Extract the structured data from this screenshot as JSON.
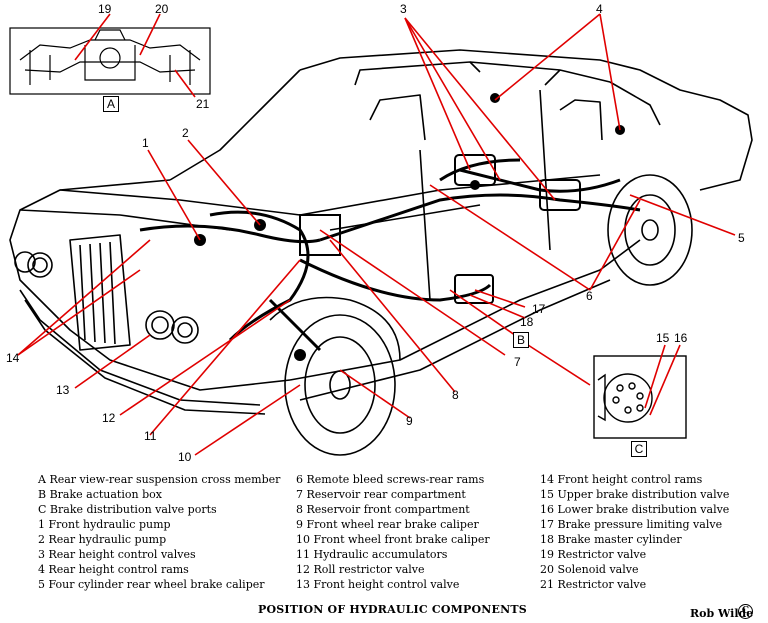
{
  "callouts": [
    "1",
    "2",
    "3",
    "4",
    "5",
    "6",
    "7",
    "8",
    "9",
    "10",
    "11",
    "12",
    "13",
    "14",
    "15",
    "16",
    "17",
    "18",
    "19",
    "20",
    "21"
  ],
  "inset_labels": {
    "a": "A",
    "b": "B",
    "c": "C"
  },
  "legend": {
    "col1": [
      "A Rear view-rear suspension cross member",
      "B Brake actuation box",
      "C Brake distribution valve ports",
      "1  Front hydraulic pump",
      "2  Rear hydraulic pump",
      "3  Rear height control valves",
      "4  Rear height control rams",
      "5  Four cylinder rear wheel brake caliper"
    ],
    "col2": [
      "6   Remote bleed screws-rear rams",
      "7   Reservoir rear compartment",
      "8   Reservoir front compartment",
      "9   Front wheel rear brake caliper",
      "10  Front wheel front brake caliper",
      "11  Hydraulic accumulators",
      "12  Roll restrictor valve",
      "13  Front height control valve"
    ],
    "col3": [
      "14  Front height control rams",
      "15  Upper brake distribution valve",
      "16  Lower brake distribution valve",
      "17  Brake pressure limiting valve",
      "18  Brake master cylinder",
      "19  Restrictor valve",
      "20  Solenoid valve",
      "21  Restrictor valve"
    ]
  },
  "caption": "POSITION OF HYDRAULIC COMPONENTS",
  "credit": "Rob Wilde",
  "copyright_symbol": "C",
  "colors": {
    "leader": "#e00000",
    "line": "#000000",
    "background": "#ffffff"
  }
}
